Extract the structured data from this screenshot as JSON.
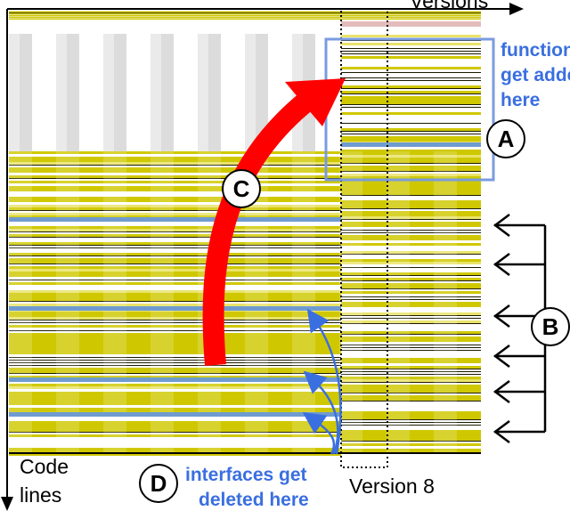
{
  "axes": {
    "x_label": "Versions",
    "y_label_line1": "Code",
    "y_label_line2": "lines"
  },
  "version_marker": "Version 8",
  "callouts": {
    "a": {
      "letter": "A",
      "line1": "functions",
      "line2": "get added",
      "line3": "here"
    },
    "b": {
      "letter": "B"
    },
    "c": {
      "letter": "C"
    },
    "d": {
      "letter": "D",
      "line1": "interfaces get",
      "line2": "deleted here"
    }
  },
  "colors": {
    "yellow": "#cfc800",
    "blue_band": "#6f9bd0",
    "arrow_red": "#ff0000",
    "callout_blue": "#3a6fe0",
    "highlight_box": "#6a8fd8"
  }
}
